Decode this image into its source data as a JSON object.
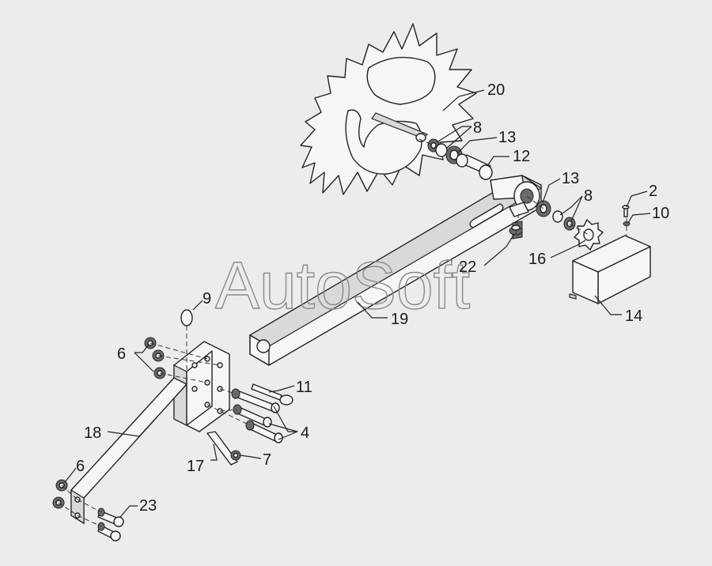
{
  "watermark": "AutoSoft",
  "callouts": {
    "c20": "20",
    "c8a": "8",
    "c13a": "13",
    "c12": "12",
    "c13b": "13",
    "c8b": "8",
    "c2": "2",
    "c10": "10",
    "c16": "16",
    "c22": "22",
    "c14": "14",
    "c19": "19",
    "c9": "9",
    "c6a": "6",
    "c11": "11",
    "c4": "4",
    "c18": "18",
    "c17": "17",
    "c7": "7",
    "c6b": "6",
    "c23": "23"
  }
}
